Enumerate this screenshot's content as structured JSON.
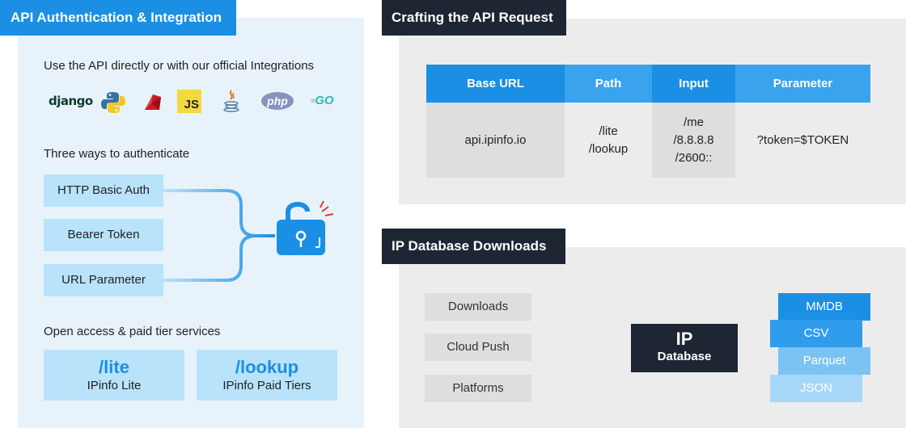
{
  "left": {
    "title": "API Authentication & Integration",
    "integrations_text": "Use the API directly or with our official Integrations",
    "logos": {
      "django": "django",
      "python": "python-logo",
      "ruby": "ruby-logo",
      "js": "JS",
      "java": "java-logo",
      "php": "php",
      "go": "GO"
    },
    "auth_title": "Three ways to authenticate",
    "auth_methods": [
      "HTTP Basic Auth",
      "Bearer Token",
      "URL Parameter"
    ],
    "tiers_title": "Open access & paid tier services",
    "tiers": [
      {
        "path": "/lite",
        "label": "IPinfo Lite"
      },
      {
        "path": "/lookup",
        "label": "IPinfo Paid Tiers"
      }
    ]
  },
  "request": {
    "title": "Crafting the API Request",
    "headers": [
      "Base URL",
      "Path",
      "Input",
      "Parameter"
    ],
    "base_url": "api.ipinfo.io",
    "paths": [
      "/lite",
      "/lookup"
    ],
    "inputs": [
      "/me",
      "/8.8.8.8",
      "/2600::"
    ],
    "parameter": "?token=$TOKEN"
  },
  "downloads": {
    "title": "IP Database Downloads",
    "sources": [
      "Downloads",
      "Cloud Push",
      "Platforms"
    ],
    "db_line1": "IP",
    "db_line2": "Database",
    "formats": [
      "MMDB",
      "CSV",
      "Parquet",
      "JSON"
    ]
  },
  "colors": {
    "blue": "#1a8fe3",
    "light_blue": "#b9e2fb",
    "dark": "#1f2633",
    "panel_left": "#e7f2fb",
    "panel_right": "#ececec"
  }
}
